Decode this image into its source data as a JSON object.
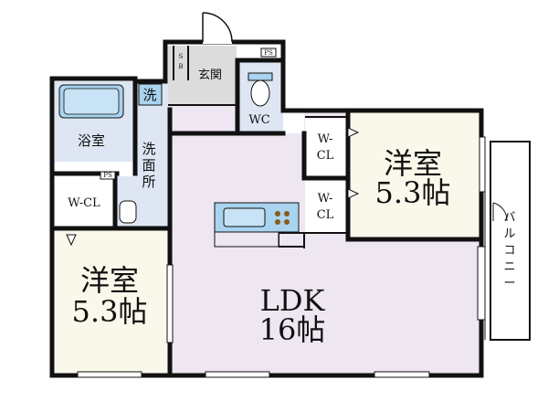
{
  "floorplan": {
    "rooms": {
      "ldk_name": "LDK",
      "ldk_size": "16帖",
      "west_room_name": "洋室",
      "west_room_size": "5.3帖",
      "east_room_name": "洋室",
      "east_room_size": "5.3帖",
      "bath": "浴室",
      "washroom_chars": [
        "洗",
        "面",
        "所"
      ],
      "washer": "洗",
      "entrance": "玄関",
      "shoe_box": [
        "S",
        "B"
      ],
      "wc": "WC",
      "wcl_west": "W-CL",
      "wcl_center_top": [
        "W-",
        "CL"
      ],
      "wcl_center_bottom": [
        "W-",
        "CL"
      ],
      "ps_labels": [
        "PS",
        "PS"
      ],
      "balcony_chars": [
        "バ",
        "ル",
        "コ",
        "ニ",
        "ー"
      ]
    },
    "colors": {
      "wall": "#111111",
      "ldk_floor": "#eee6f1",
      "bedroom_floor": "#faf8ea",
      "wet_floor": "#dde6f2",
      "entrance_floor": "#dcdcdc",
      "closet_floor": "#ffffff",
      "fixture_blue": "#a9d3ee"
    }
  }
}
